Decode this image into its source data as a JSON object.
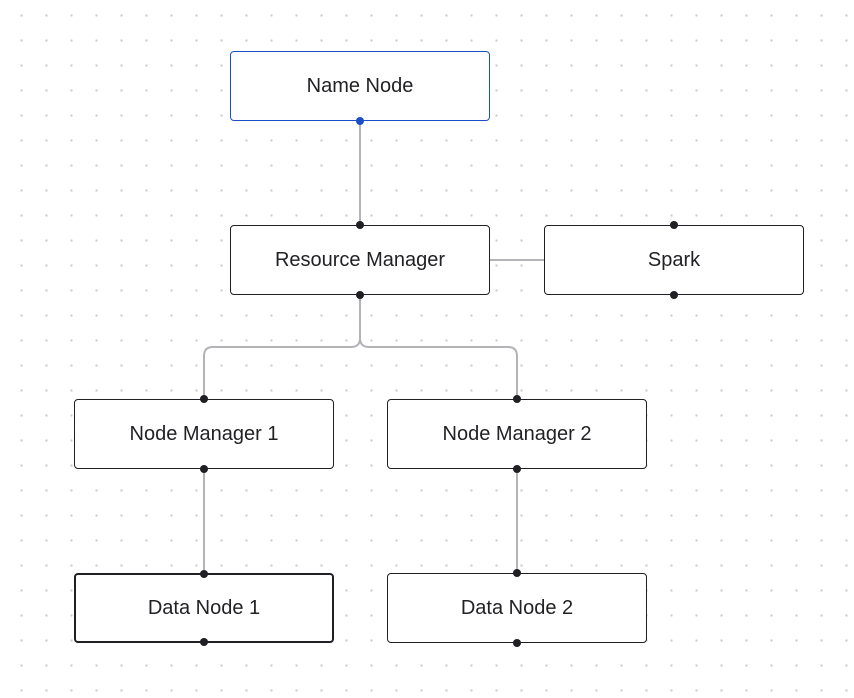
{
  "colors": {
    "background": "#ffffff",
    "dot_grid": "#c9c9ce",
    "node_border": "#1f1f24",
    "selected_border": "#1d4fc4",
    "edge": "#b4b4b8",
    "text": "#222226"
  },
  "nodes": {
    "name_node": {
      "label": "Name Node",
      "selected": true
    },
    "resource_manager": {
      "label": "Resource Manager"
    },
    "spark": {
      "label": "Spark"
    },
    "node_manager_1": {
      "label": "Node Manager 1"
    },
    "node_manager_2": {
      "label": "Node Manager 2"
    },
    "data_node_1": {
      "label": "Data Node 1"
    },
    "data_node_2": {
      "label": "Data Node 2"
    }
  },
  "edges": [
    {
      "from": "Name Node",
      "to": "Resource Manager"
    },
    {
      "from": "Resource Manager",
      "to": "Spark"
    },
    {
      "from": "Resource Manager",
      "to": "Node Manager 1"
    },
    {
      "from": "Resource Manager",
      "to": "Node Manager 2"
    },
    {
      "from": "Node Manager 1",
      "to": "Data Node 1"
    },
    {
      "from": "Node Manager 2",
      "to": "Data Node 2"
    }
  ]
}
